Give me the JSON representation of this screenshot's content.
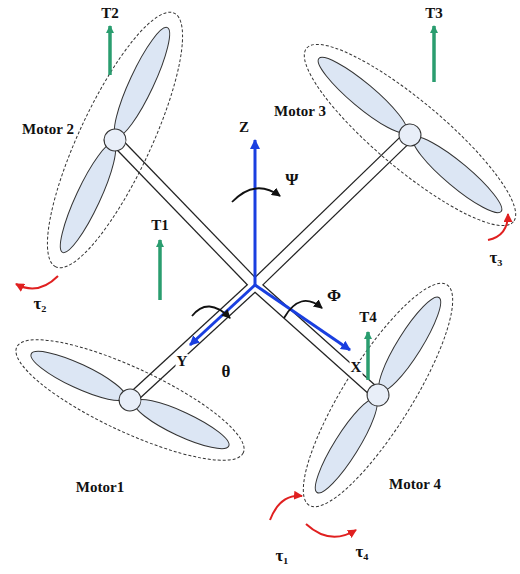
{
  "diagram": {
    "labels": [
      "T2",
      "T3",
      "Motor 2",
      "Motor 3",
      "Z",
      "Ψ",
      "T1",
      "T4",
      "τ₂",
      "τ₃",
      "Φ",
      "Y",
      "θ",
      "X",
      "Motor1",
      "Motor 4",
      "τ₁",
      "τ₄"
    ]
  }
}
